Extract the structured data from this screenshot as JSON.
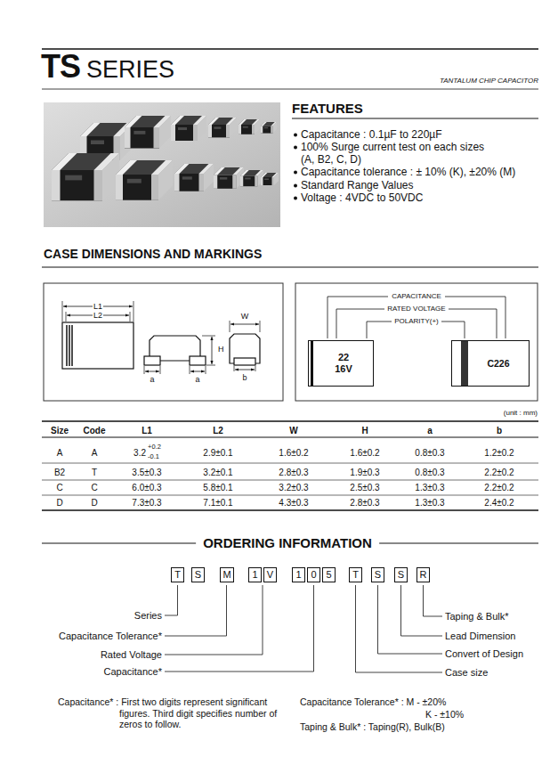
{
  "diagram": {
    "title": "TS",
    "nodes": [
      {
        "text": [
          "22",
          "16V"
        ]
      },
      {
        "text": [
          "C226"
        ]
      },
      {
        "text": [
          "T"
        ]
      },
      {
        "text": [
          "S"
        ]
      },
      {
        "text": [
          "M"
        ]
      },
      {
        "text": [
          "1"
        ]
      },
      {
        "text": [
          "V"
        ]
      },
      {
        "text": [
          "1"
        ]
      },
      {
        "text": [
          "0"
        ]
      },
      {
        "text": [
          "5"
        ]
      },
      {
        "text": [
          "T"
        ]
      },
      {
        "text": [
          "S"
        ]
      },
      {
        "text": [
          "S"
        ]
      },
      {
        "text": [
          "R"
        ]
      }
    ],
    "labels": [
      "SERIES",
      "TANTALUM CHIP CAPACITOR",
      "FEATURES",
      "Capacitance : 0.1µF to 220µF",
      "100% Surge current test on each sizes (A, B2, C, D)",
      "Capacitance tolerance : ± 10% (K), ±20% (M)",
      "Standard Range Values",
      "Voltage : 4VDC to 50VDC",
      "CASE DIMENSIONS AND MARKINGS",
      "L1",
      "L2",
      "W",
      "H",
      "a",
      "a",
      "b",
      "CAPACITANCE",
      "RATED VOLTAGE",
      "POLARITY(+)",
      "(unit : mm)",
      "Size",
      "Code",
      "L1",
      "L2",
      "W",
      "H",
      "a",
      "b",
      "A",
      "A",
      "3.2",
      "+0.2",
      "-0.1",
      "2.9±0.1",
      "1.6±0.2",
      "1.6±0.2",
      "0.8±0.3",
      "1.2±0.2",
      "B2",
      "T",
      "3.5±0.3",
      "3.2±0.1",
      "2.8±0.3",
      "1.9±0.3",
      "0.8±0.3",
      "2.2±0.2",
      "C",
      "C",
      "6.0±0.3",
      "5.8±0.1",
      "3.2±0.3",
      "2.5±0.3",
      "1.3±0.3",
      "2.2±0.2",
      "D",
      "D",
      "7.3±0.3",
      "7.1±0.1",
      "4.3±0.3",
      "2.8±0.3",
      "1.3±0.3",
      "2.4±0.2",
      "ORDERING INFORMATION",
      "Series",
      "Capacitance Tolerance*",
      "Rated Voltage",
      "Capacitance*",
      "Taping & Bulk*",
      "Lead Dimension",
      "Convert of Design",
      "Case size",
      "Capacitance* : First two digits represent significant figures. Third digit specifies number of zeros to follow.",
      "Capacitance Tolerance* : M - ±20%",
      "K - ±10%",
      "Taping & Bulk* : Taping(R), Bulk(B)"
    ]
  }
}
